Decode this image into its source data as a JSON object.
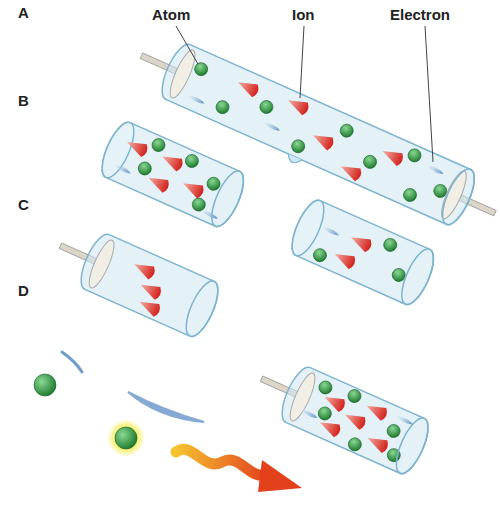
{
  "diagram": {
    "labels": [
      "A",
      "Atom",
      "Ion",
      "Electron",
      "B",
      "C",
      "D"
    ]
  }
}
